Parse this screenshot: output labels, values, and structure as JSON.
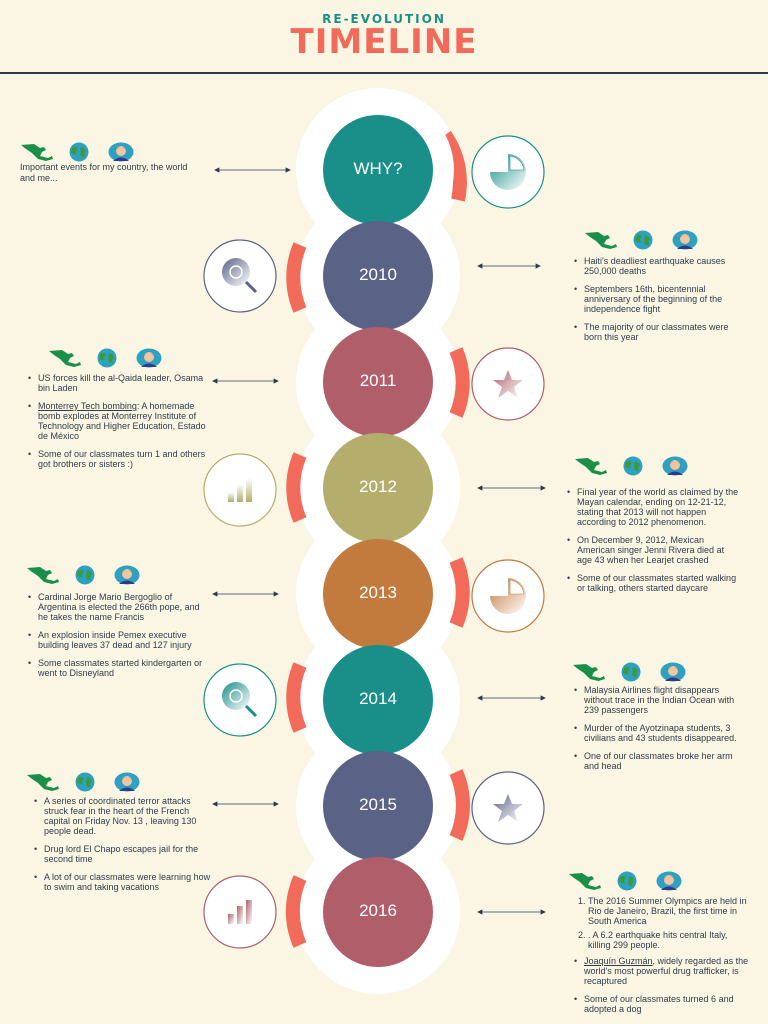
{
  "header": {
    "sup": "RE-EVOLUTION",
    "title": "TIMELINE"
  },
  "intro": {
    "text": "Important events for my country, the world and me..."
  },
  "icons": {
    "country": "mexico-map-icon",
    "world": "globe-icon",
    "me": "person-icon"
  },
  "colors": {
    "background": "#fbf6e3",
    "road": "#f26a5a",
    "accent_teal": "#1a8f8a",
    "why": "#1a8f8a",
    "2010": "#5a6285",
    "2011": "#b05e6a",
    "2012": "#b5ad6b",
    "2013": "#c27a3d",
    "2014": "#1a8f8a",
    "2015": "#5a6285",
    "2016": "#b05e6a"
  },
  "milestones": [
    {
      "label": "WHY?"
    },
    {
      "label": "2010"
    },
    {
      "label": "2011"
    },
    {
      "label": "2012"
    },
    {
      "label": "2013"
    },
    {
      "label": "2014"
    },
    {
      "label": "2015"
    },
    {
      "label": "2016"
    }
  ],
  "events": {
    "y2010": [
      "Haiti's  deadliest earthquake causes   250,000 deaths",
      "Septembers 16th, bicentennial anniversary of the beginning of the independence fight",
      "The majority of our classmates were born this year"
    ],
    "y2011": {
      "item1": "US forces kill the al-Qaida leader, Osama bin Laden",
      "item2_link": "Monterrey Tech bombing",
      "item2_rest": ": A homemade bomb explodes at Monterrey Institute of Technology and Higher Education, Estado de México",
      "item3": "Some of our classmates turn 1 and others got brothers or sisters :)"
    },
    "y2012": [
      "Final year of the world as claimed by the Mayan calendar, ending on 12-21-12, stating that 2013 will not happen according to 2012 phenomenon.",
      "On December 9, 2012, Mexican American singer Jenni Rivera died at age 43 when her Learjet crashed",
      "Some of our classmates started walking or talking, others started daycare"
    ],
    "y2013": [
      "Cardinal Jorge Mario Bergoglio of Argentina is elected the 266th pope, and he takes the name Francis",
      "An explosion inside Pemex executive building leaves 37 dead and 127 injury",
      "Some classmates started kindergarten or went to Disneyland"
    ],
    "y2014": [
      "Malaysia Airlines flight disappears without trace in the Indian Ocean with 239 passengers",
      "Murder of the Ayotzinapa students, 3 civilians and 43 students disappeared.",
      "One of our classmates broke her arm and head"
    ],
    "y2015": [
      "A series of coordinated terror attacks struck fear in the heart of the French capital on Friday Nov. 13 ,  leaving 130 people dead.",
      "Drug lord El Chapo escapes jail for the second time",
      "A lot of our classmates were learning how to swim and taking vacations"
    ],
    "y2016": {
      "ol1": "The 2016 Summer Olympics are held in Rio de Janeiro, Brazil, the first time in South America",
      "ol2": ". A 6.2 earthquake hits central Italy, killing 299 people.",
      "item_link": "Joaquín Guzmán",
      "item_rest": ", widely regarded as the world's most powerful drug trafficker, is recaptured",
      "item_last": "Some of our classmates turned 6 and adopted a dog"
    }
  },
  "side_icons": [
    "pie-chart-icon",
    "search-icon",
    "star-icon",
    "bar-chart-icon",
    "pie-chart-icon",
    "search-icon",
    "star-icon",
    "bar-chart-icon"
  ]
}
